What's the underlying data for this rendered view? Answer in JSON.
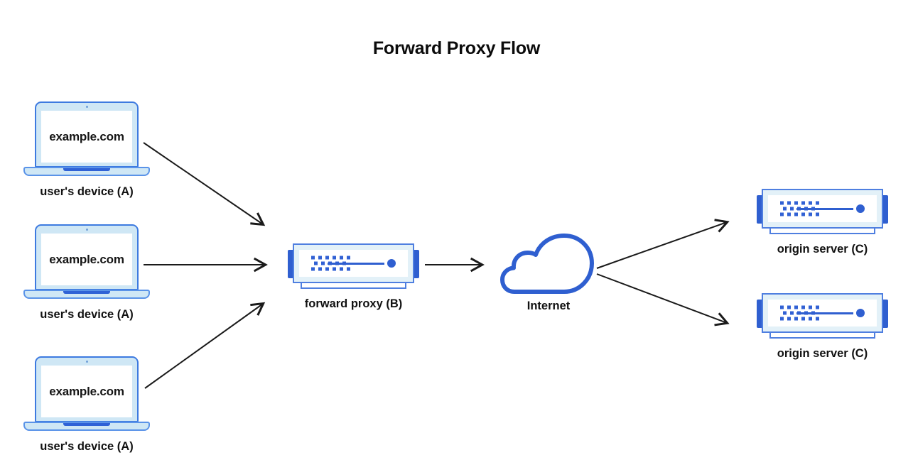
{
  "title": "Forward Proxy Flow",
  "theme": {
    "background": "#ffffff",
    "accent_blue": "#2f5fd0",
    "lid_blue": "#3d7ae0",
    "screen_fill": "#cfe7f5",
    "server_fill": "#e3f1f8",
    "arrow_color": "#1a1a1a",
    "text_color": "#111111"
  },
  "nodes": {
    "clients": [
      {
        "icon": "laptop-icon",
        "screen_text": "example.com",
        "label": "user's device (A)"
      },
      {
        "icon": "laptop-icon",
        "screen_text": "example.com",
        "label": "user's device (A)"
      },
      {
        "icon": "laptop-icon",
        "screen_text": "example.com",
        "label": "user's device (A)"
      }
    ],
    "proxy": {
      "icon": "server-icon",
      "label": "forward proxy (B)"
    },
    "internet": {
      "icon": "cloud-icon",
      "label": "Internet"
    },
    "origins": [
      {
        "icon": "server-icon",
        "label": "origin server (C)"
      },
      {
        "icon": "server-icon",
        "label": "origin server (C)"
      }
    ]
  },
  "connections": [
    {
      "from": "user's device (A) [top]",
      "to": "forward proxy (B)",
      "style": "arrow"
    },
    {
      "from": "user's device (A) [middle]",
      "to": "forward proxy (B)",
      "style": "arrow"
    },
    {
      "from": "user's device (A) [bottom]",
      "to": "forward proxy (B)",
      "style": "arrow"
    },
    {
      "from": "forward proxy (B)",
      "to": "Internet",
      "style": "arrow"
    },
    {
      "from": "Internet",
      "to": "origin server (C) [top]",
      "style": "arrow"
    },
    {
      "from": "Internet",
      "to": "origin server (C) [bottom]",
      "style": "arrow"
    }
  ]
}
